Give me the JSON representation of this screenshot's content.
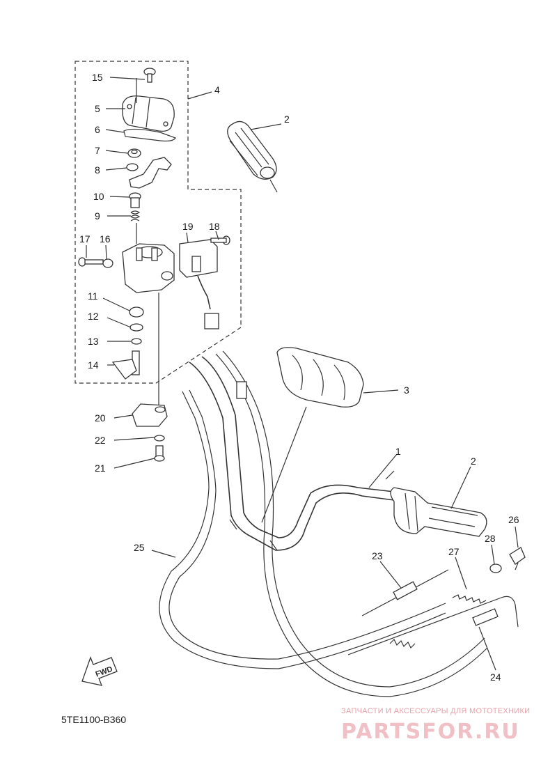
{
  "callouts": [
    {
      "id": "c15",
      "label": "15"
    },
    {
      "id": "c5",
      "label": "5"
    },
    {
      "id": "c6",
      "label": "6"
    },
    {
      "id": "c7",
      "label": "7"
    },
    {
      "id": "c8",
      "label": "8"
    },
    {
      "id": "c10",
      "label": "10"
    },
    {
      "id": "c9",
      "label": "9"
    },
    {
      "id": "c17",
      "label": "17"
    },
    {
      "id": "c16",
      "label": "16"
    },
    {
      "id": "c19",
      "label": "19"
    },
    {
      "id": "c18",
      "label": "18"
    },
    {
      "id": "c11",
      "label": "11"
    },
    {
      "id": "c12",
      "label": "12"
    },
    {
      "id": "c13",
      "label": "13"
    },
    {
      "id": "c14",
      "label": "14"
    },
    {
      "id": "c4",
      "label": "4"
    },
    {
      "id": "c2a",
      "label": "2"
    },
    {
      "id": "c3",
      "label": "3"
    },
    {
      "id": "c20",
      "label": "20"
    },
    {
      "id": "c22",
      "label": "22"
    },
    {
      "id": "c21",
      "label": "21"
    },
    {
      "id": "c1",
      "label": "1"
    },
    {
      "id": "c2b",
      "label": "2"
    },
    {
      "id": "c25",
      "label": "25"
    },
    {
      "id": "c26",
      "label": "26"
    },
    {
      "id": "c28",
      "label": "28"
    },
    {
      "id": "c23",
      "label": "23"
    },
    {
      "id": "c27",
      "label": "27"
    },
    {
      "id": "c24",
      "label": "24"
    }
  ],
  "diagram_code": "5TE1100-B360",
  "fwd_label": "FWD",
  "watermark": {
    "tagline": "ЗАПЧАСТИ И АКСЕССУАРЫ ДЛЯ МОТОТЕХНИКИ",
    "logo": "PARTSFOR.RU"
  }
}
